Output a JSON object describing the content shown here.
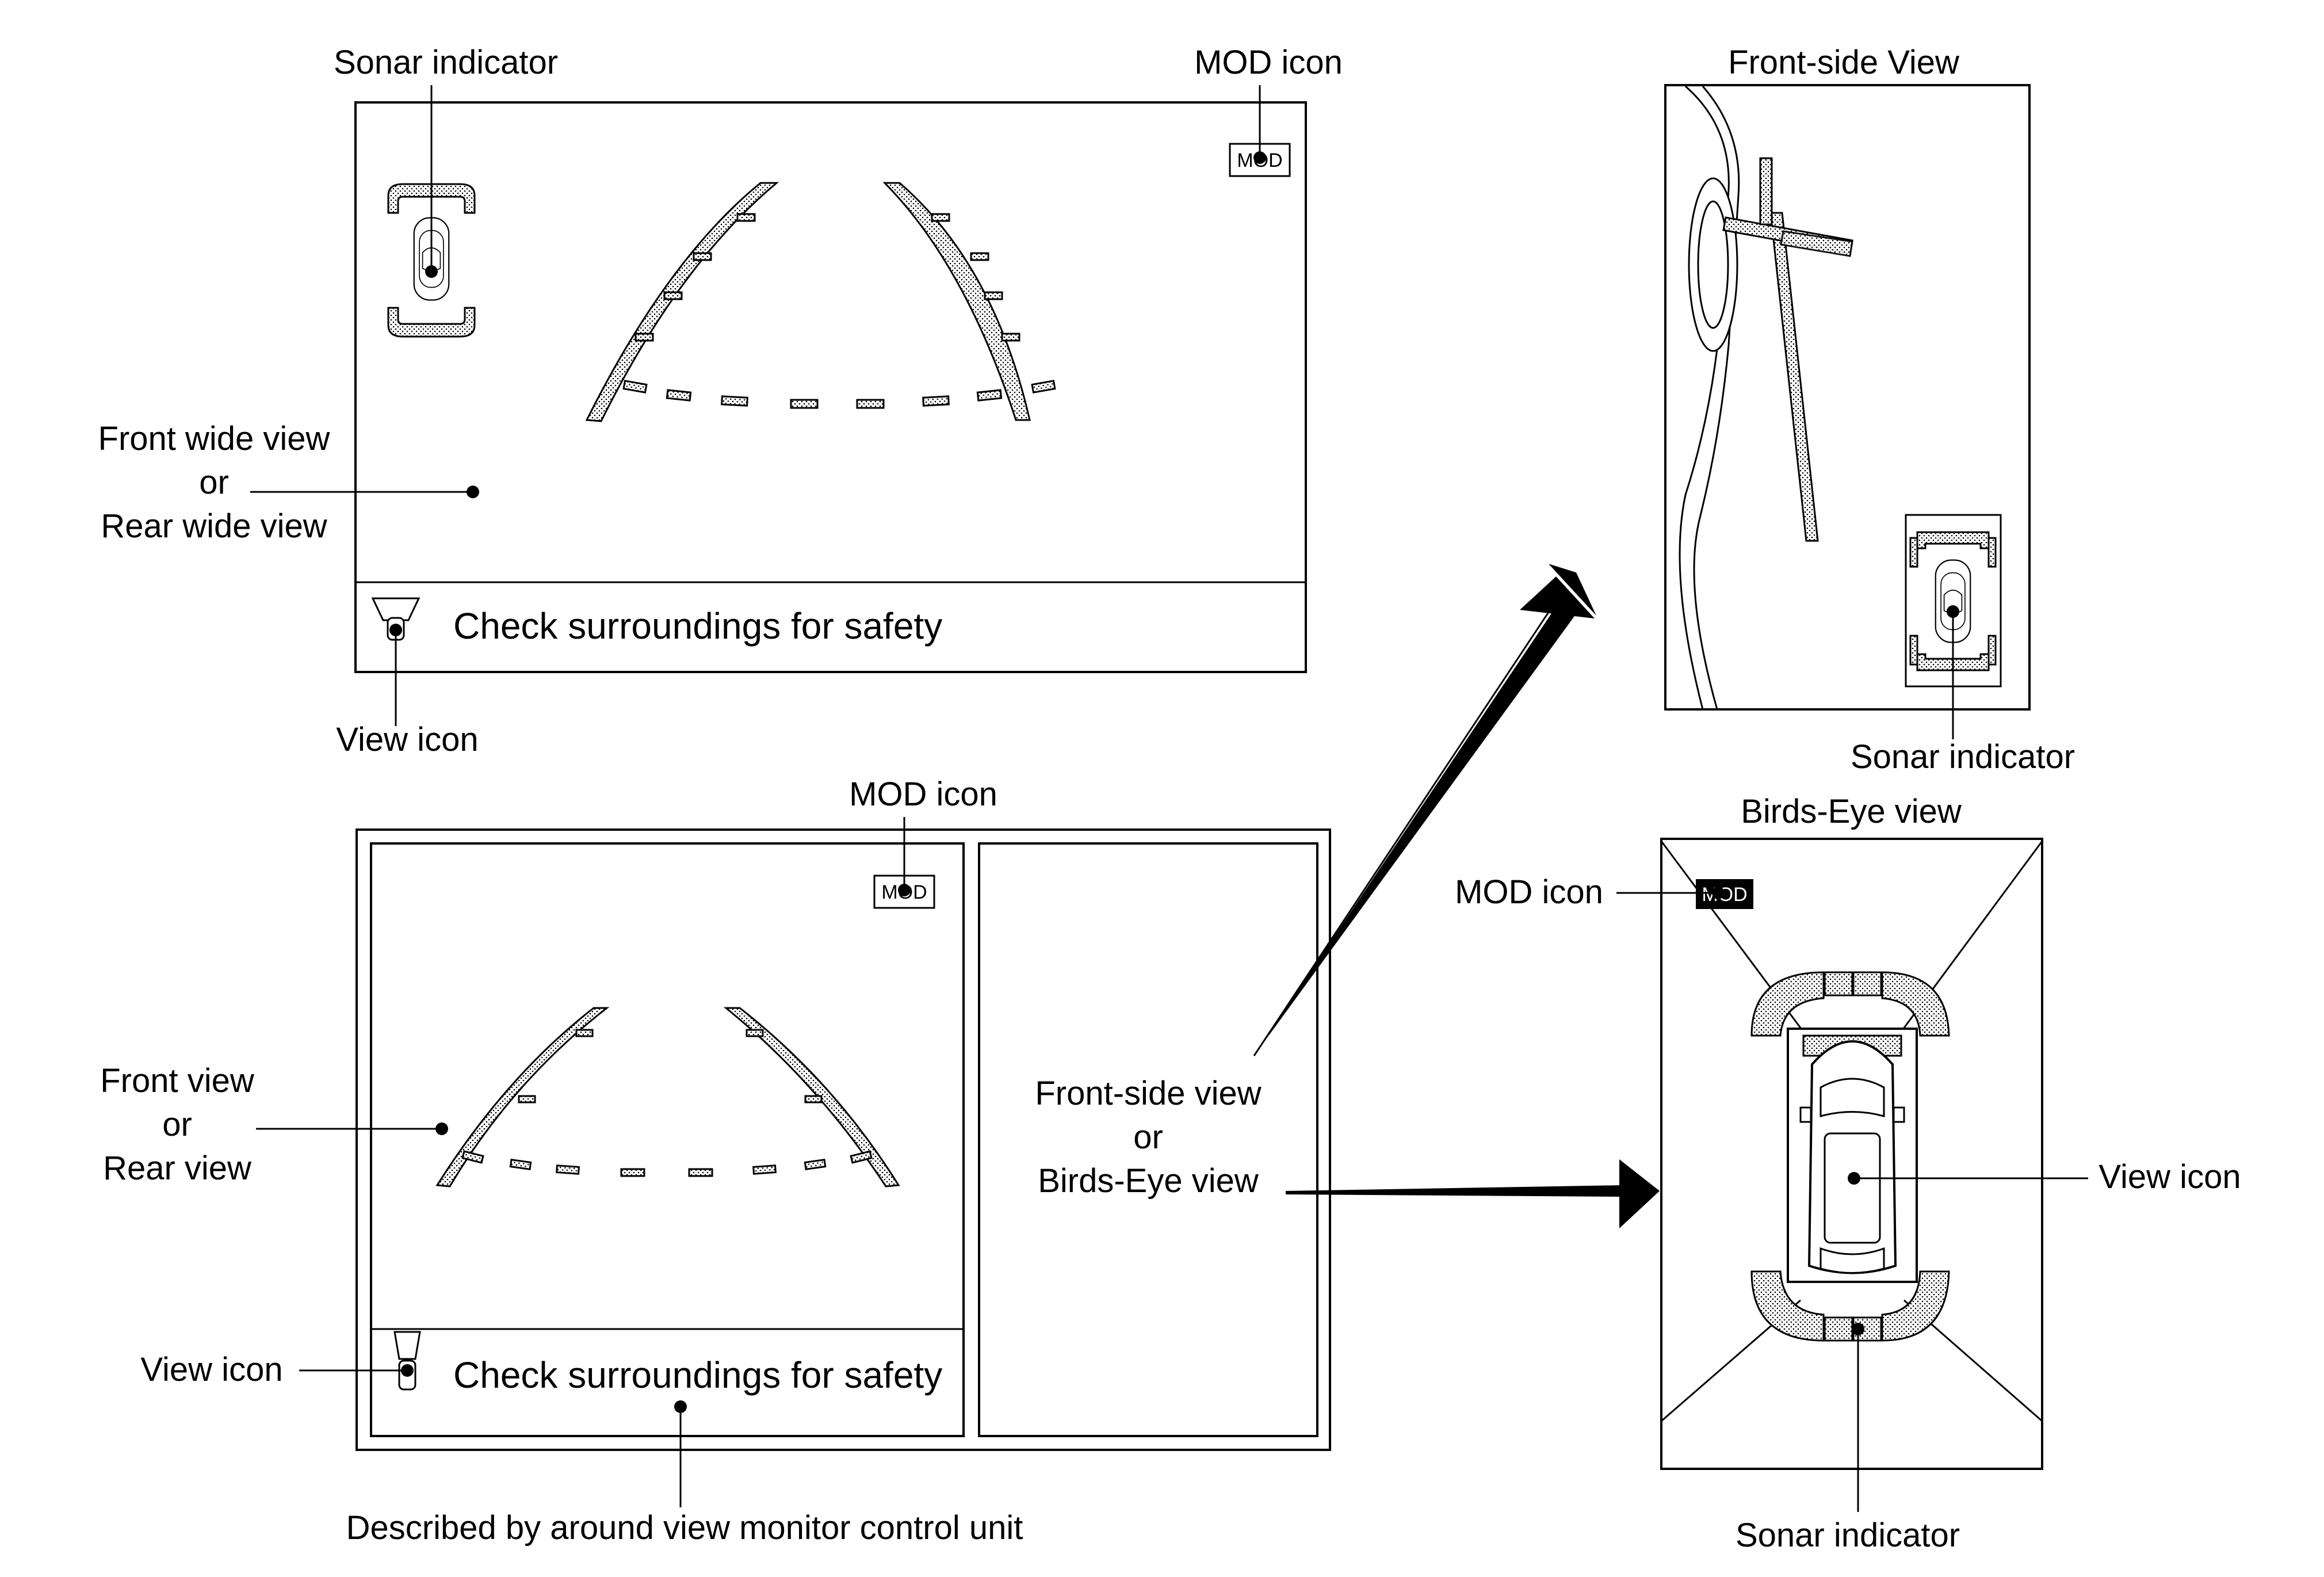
{
  "labels": {
    "sonar_top": "Sonar indicator",
    "mod_top": "MOD icon",
    "front_wide_1": "Front wide view",
    "front_wide_2": "or",
    "front_wide_3": "Rear wide view",
    "view_icon_top": "View icon",
    "mod_mid": "MOD icon",
    "front_view_1": "Front view",
    "front_view_2": "or",
    "front_view_3": "Rear view",
    "view_icon_bottom": "View icon",
    "split_right_1": "Front-side view",
    "split_right_2": "or",
    "split_right_3": "Birds-Eye view",
    "described_by": "Described by around view monitor control unit",
    "front_side_title": "Front-side View",
    "sonar_front_side": "Sonar indicator",
    "birds_eye_title": "Birds-Eye view",
    "mod_birds_eye": "MOD icon",
    "view_icon_birds_eye": "View icon",
    "sonar_birds_eye": "Sonar indicator"
  },
  "screens": {
    "wide_message": "Check surroundings for safety",
    "split_message": "Check surroundings for safety",
    "mod_badge": "MOD"
  }
}
